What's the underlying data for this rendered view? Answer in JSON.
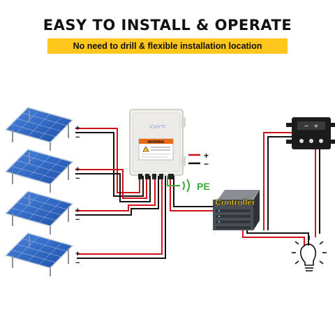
{
  "header": {
    "title": "EASY TO INSTALL & OPERATE",
    "subtitle": "No need to drill & flexible installation location"
  },
  "combiner_box": {
    "brand": "ICHYTI",
    "warning_title": "WARNING"
  },
  "controller": {
    "label": "Controller"
  },
  "ground": {
    "label": "PE"
  },
  "polarity": {
    "plus": "+",
    "minus": "−"
  },
  "colors": {
    "banner": "#ffc61e",
    "wire_red": "#d0121b",
    "wire_black": "#111111",
    "panel_blue": "#2b66c4",
    "ground_green": "#3aa83a"
  },
  "icons": [
    "solar-panel-icon",
    "combiner-box-icon",
    "controller-icon",
    "control-module-icon",
    "light-bulb-icon",
    "ground-icon"
  ]
}
